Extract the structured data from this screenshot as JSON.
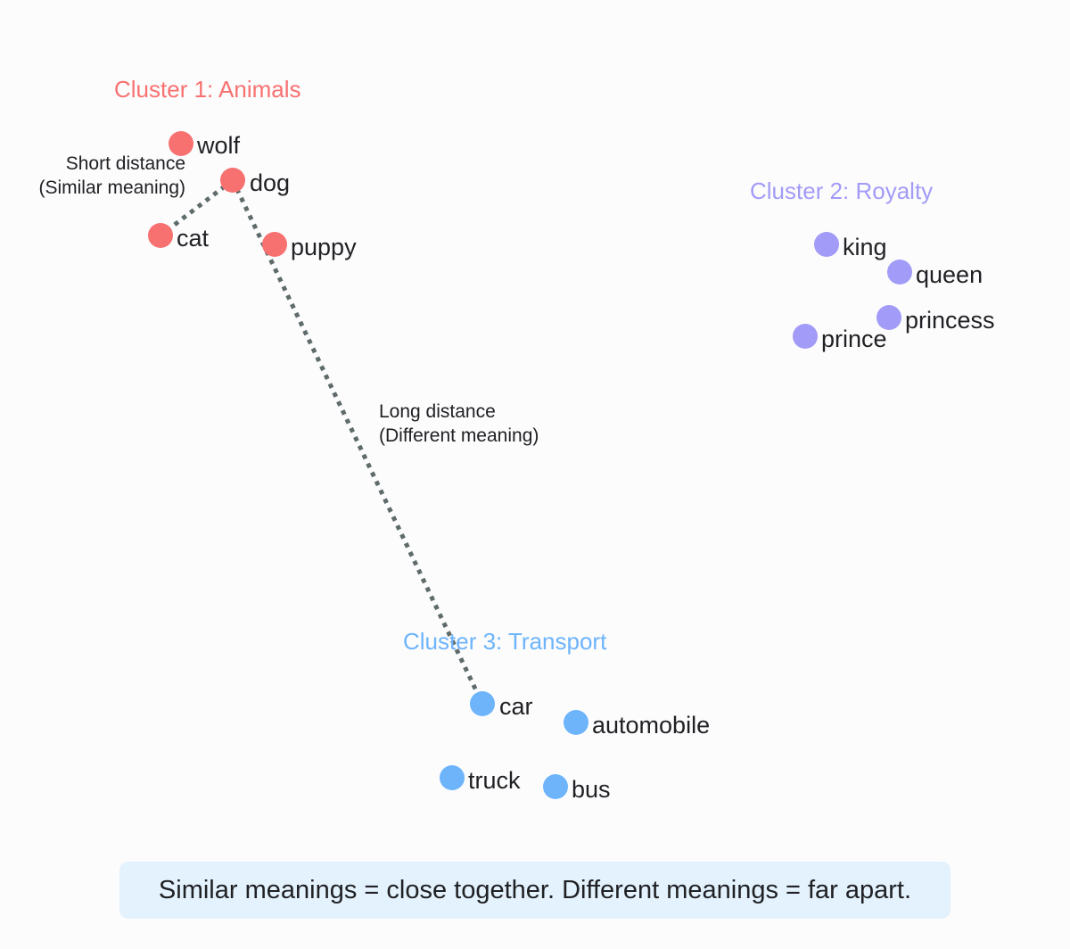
{
  "clusters": [
    {
      "id": "animals",
      "title": "Cluster 1: Animals",
      "color": "#f87171",
      "words": [
        "wolf",
        "dog",
        "cat",
        "puppy"
      ]
    },
    {
      "id": "royalty",
      "title": "Cluster 2: Royalty",
      "color": "#a29bf7",
      "words": [
        "king",
        "queen",
        "princess",
        "prince"
      ]
    },
    {
      "id": "transport",
      "title": "Cluster 3: Transport",
      "color": "#6db4fb",
      "words": [
        "car",
        "automobile",
        "truck",
        "bus"
      ]
    }
  ],
  "annotations": {
    "short": [
      "Short distance",
      "(Similar meaning)"
    ],
    "long": [
      "Long distance",
      "(Different meaning)"
    ]
  },
  "connector_color": "#5f6b6b",
  "footer": "Similar meanings = close together. Different meanings = far apart."
}
